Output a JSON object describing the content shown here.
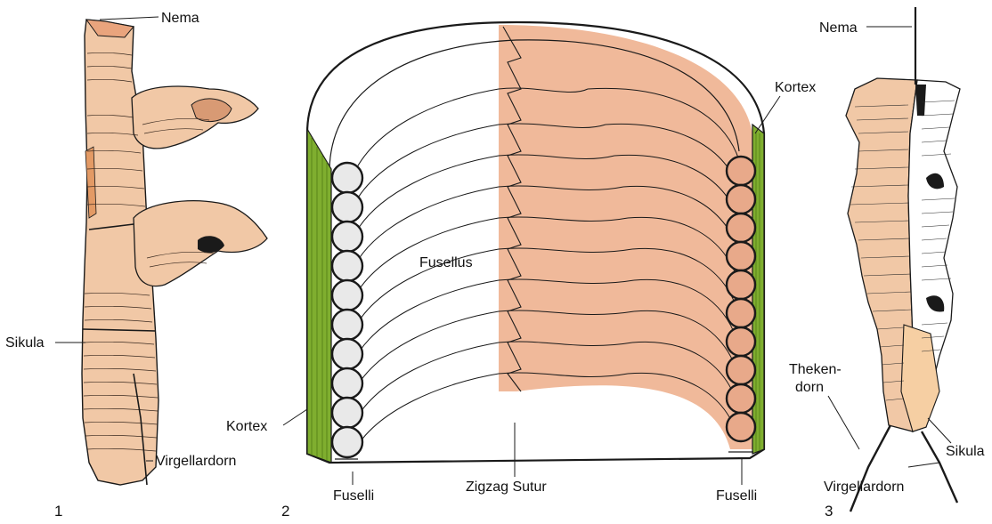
{
  "figure": {
    "panel_1": {
      "number": "1",
      "labels": {
        "nema": "Nema",
        "sikula": "Sikula",
        "virgellardorn": "Virgellardorn"
      }
    },
    "panel_2": {
      "number": "2",
      "labels": {
        "kortex_right": "Kortex",
        "kortex_left": "Kortex",
        "fusellus": "Fusellus",
        "fuselli_left": "Fuselli",
        "fuselli_right": "Fuselli",
        "zigzag_sutur": "Zigzag Sutur"
      }
    },
    "panel_3": {
      "number": "3",
      "labels": {
        "nema": "Nema",
        "theken_line1": "Theken-",
        "theken_line2": "dorn",
        "sikula": "Sikula",
        "virgellardorn": "Virgellardorn"
      }
    },
    "colors": {
      "tissue": "#f0b99a",
      "tissue_light": "#f3d2b8",
      "cortex_green": "#7fae2f",
      "cortex_dark": "#4f7a16",
      "stipple": "#e9e9e9",
      "outline": "#1a1a1a"
    }
  }
}
